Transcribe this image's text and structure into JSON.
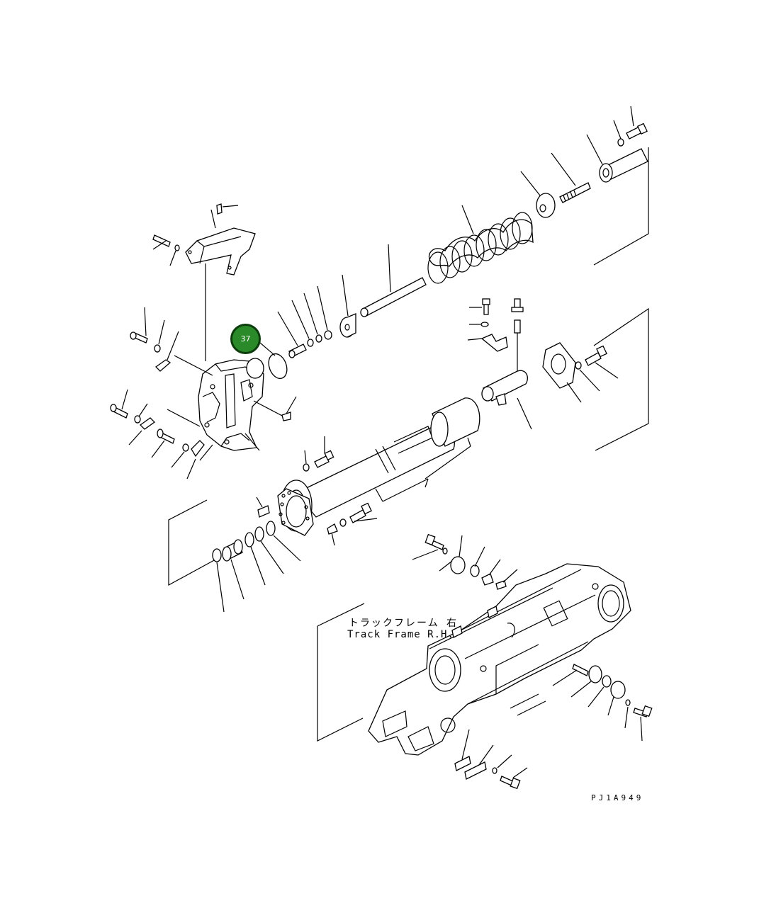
{
  "labels": {
    "track_frame_jp": "トラックフレーム 右",
    "track_frame_en": "Track Frame R.H.",
    "drawing_code": "PJ1A949"
  },
  "callouts": [
    {
      "number": "37",
      "color": "#2a8a2a"
    }
  ]
}
